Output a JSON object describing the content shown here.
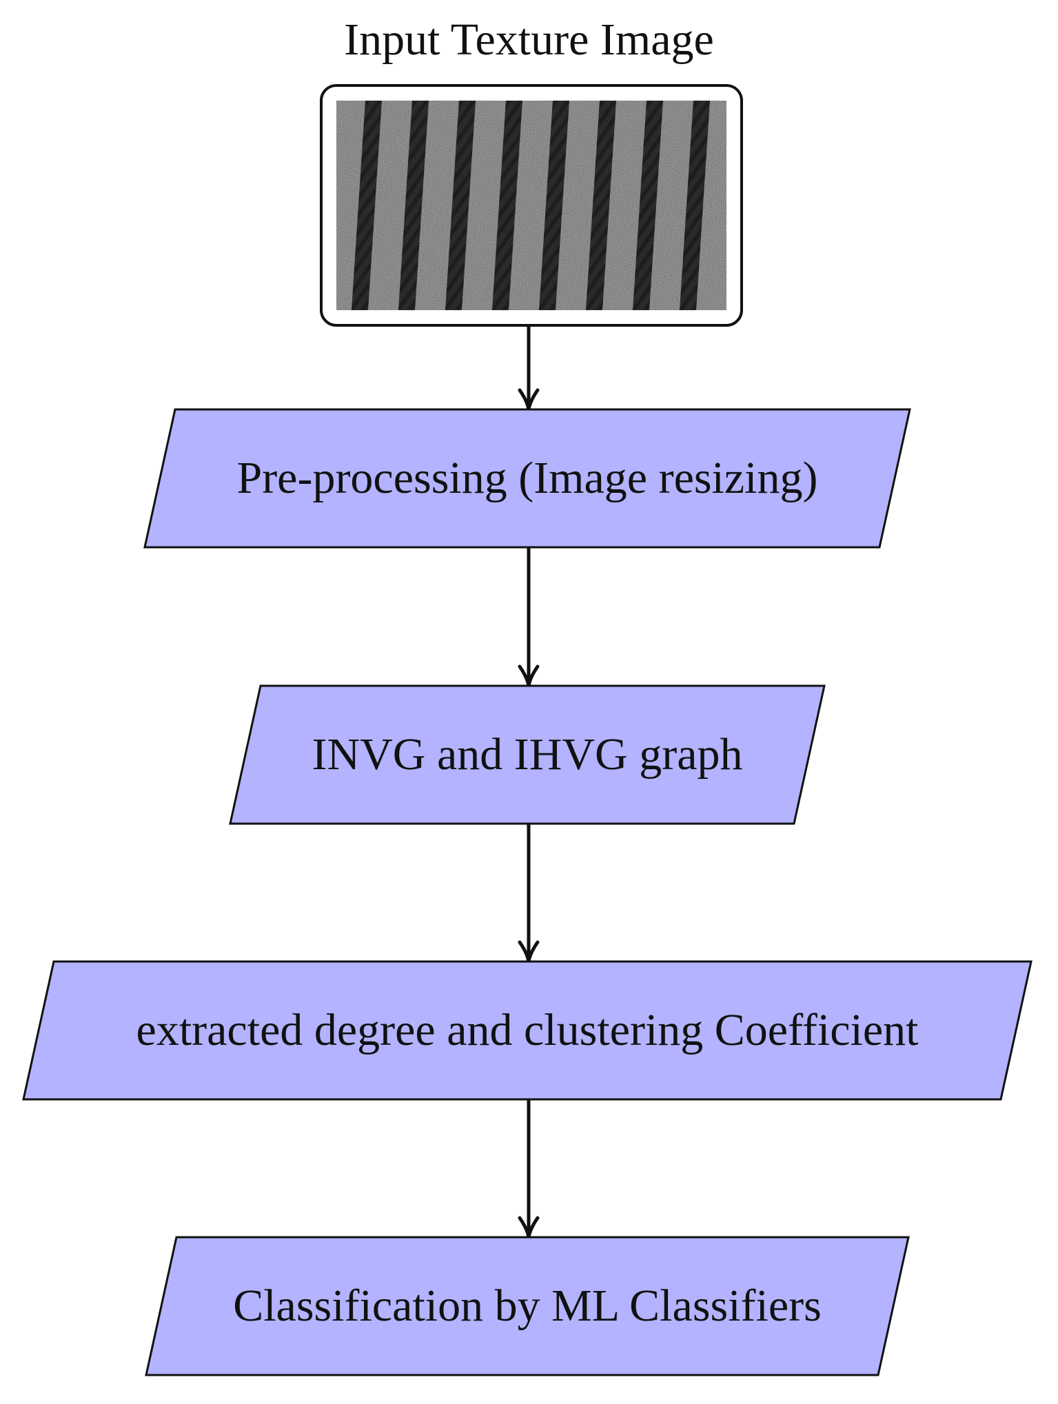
{
  "diagram": {
    "title": "Input Texture Image",
    "steps": [
      {
        "label": "Pre-processing (Image resizing)"
      },
      {
        "label": "INVG and IHVG graph"
      },
      {
        "label": "extracted degree and clustering Coefficient"
      },
      {
        "label": "Classification by ML Classifiers"
      }
    ],
    "colors": {
      "step_fill": "#b3b3ff",
      "stroke": "#111111",
      "texture_light": "#bdbdbd",
      "texture_dark": "#3a3a3a"
    },
    "icons": {
      "input_image": "striped-texture-image",
      "connectors": "down-arrow-icon"
    }
  }
}
